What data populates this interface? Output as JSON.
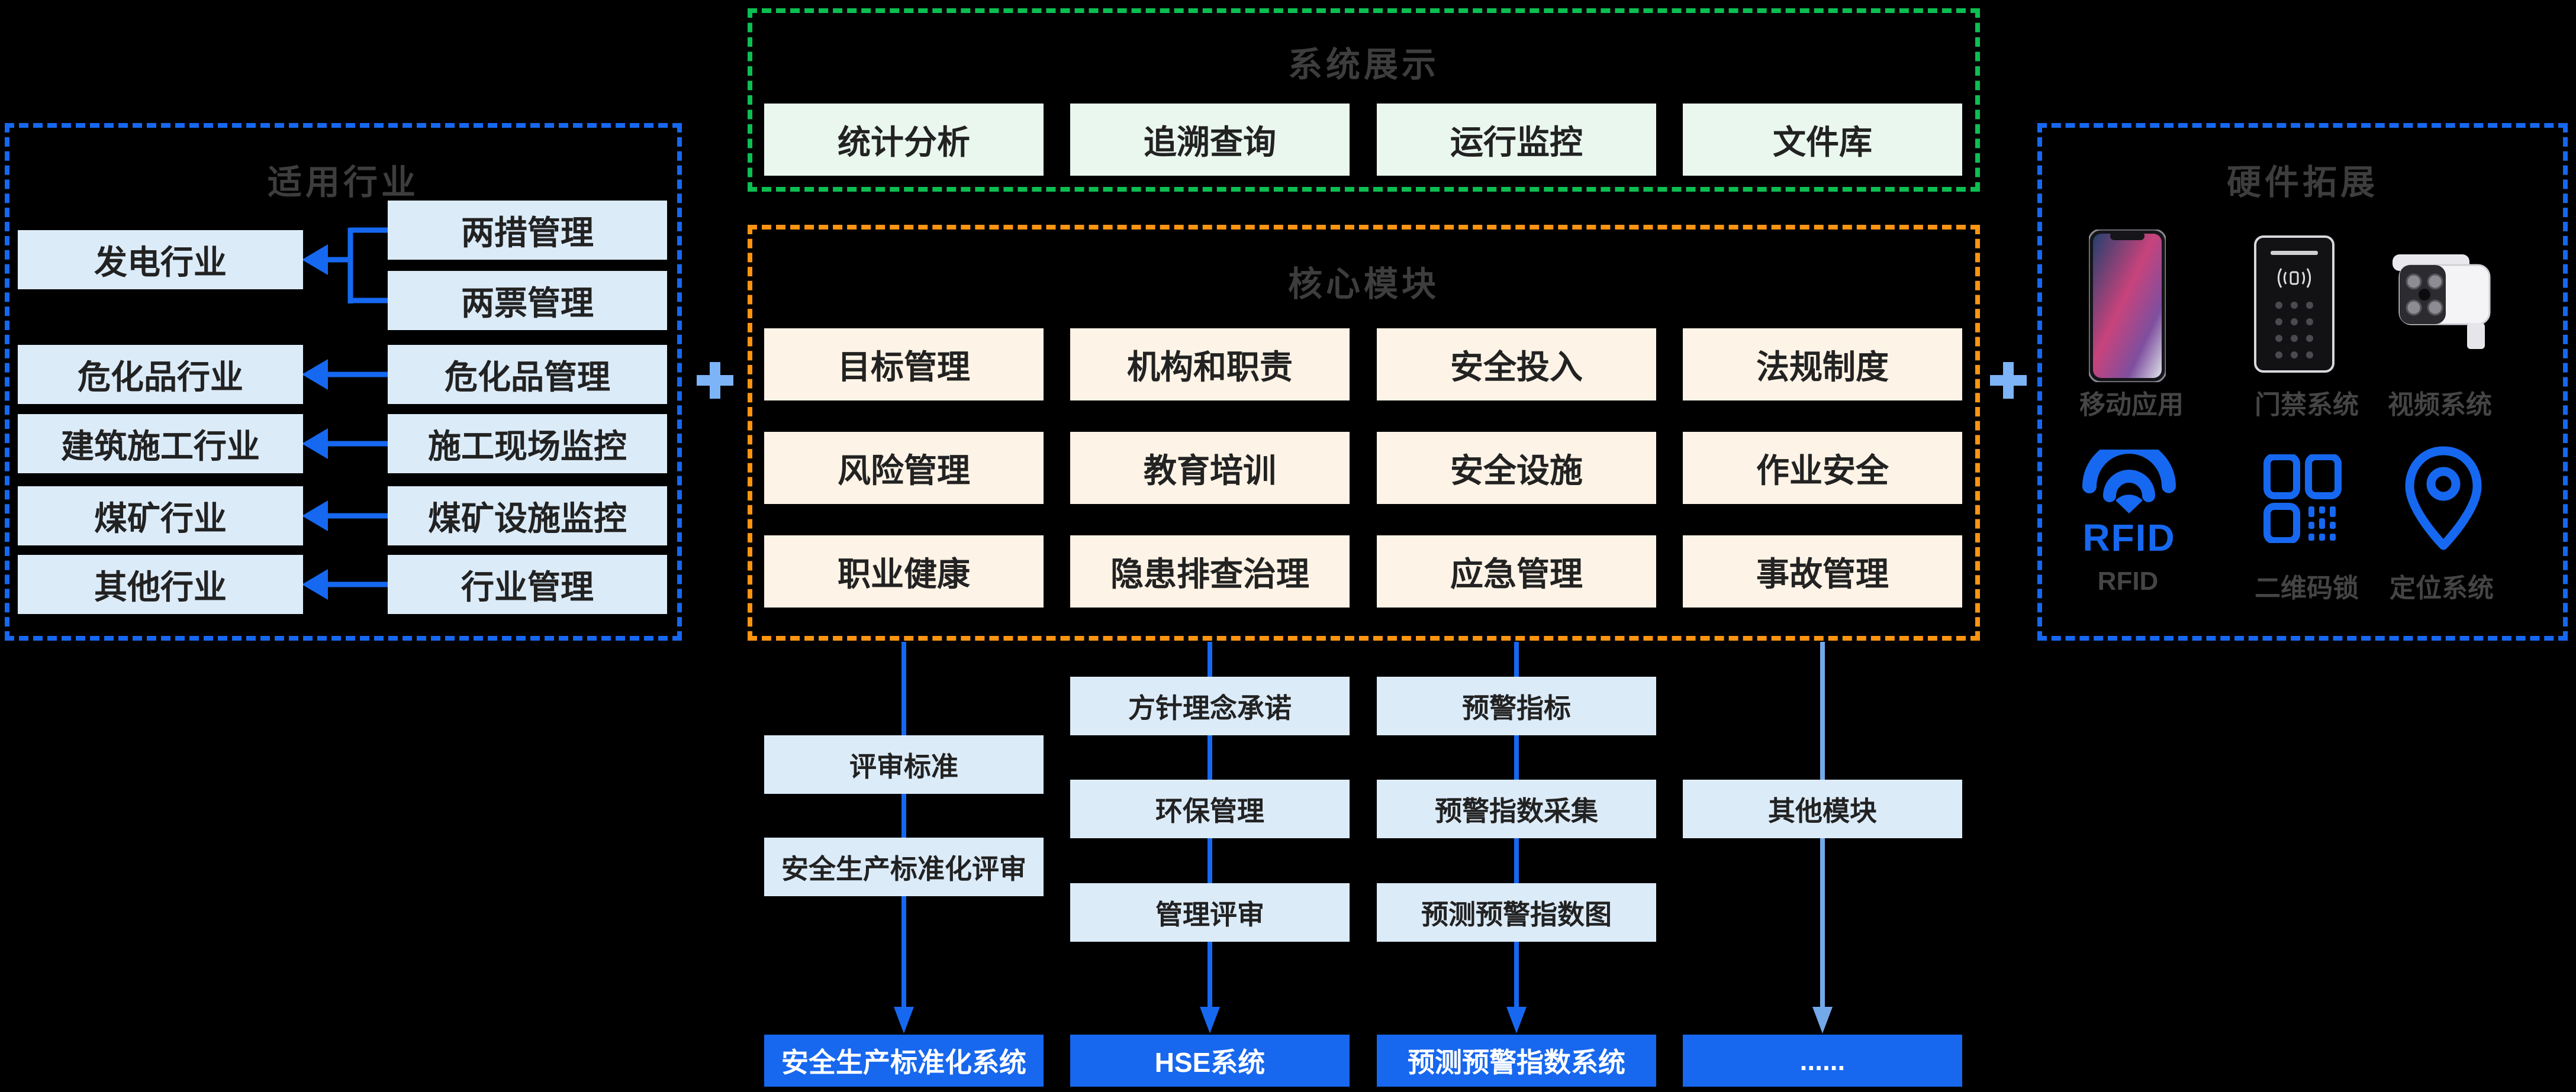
{
  "colors": {
    "background": "#000000",
    "accent_blue": "#1668f0",
    "light_blue_fill": "#dcebf8",
    "green_border": "#0cbf52",
    "green_fill": "#e9f7ef",
    "orange_border": "#ff9412",
    "cream_fill": "#fdf3e6",
    "title_gray": "#3d3d3d",
    "plus_blue": "#7db3f7",
    "light_line_blue": "#74a9e9",
    "system_button_blue": "#1767ef",
    "dark_text": "#222222"
  },
  "top_box": {
    "title": "系统展示",
    "buttons": [
      "统计分析",
      "追溯查询",
      "运行监控",
      "文件库"
    ]
  },
  "core_box": {
    "title": "核心模块",
    "rows": [
      [
        "目标管理",
        "机构和职责",
        "安全投入",
        "法规制度"
      ],
      [
        "风险管理",
        "教育培训",
        "安全设施",
        "作业安全"
      ],
      [
        "职业健康",
        "隐患排查治理",
        "应急管理",
        "事故管理"
      ]
    ]
  },
  "industry_box": {
    "title": "适用行业",
    "industries": [
      "发电行业",
      "危化品行业",
      "建筑施工行业",
      "煤矿行业",
      "其他行业"
    ],
    "modules": [
      "两措管理",
      "两票管理",
      "危化品管理",
      "施工现场监控",
      "煤矿设施监控",
      "行业管理"
    ]
  },
  "hardware_box": {
    "title": "硬件拓展",
    "row1": [
      {
        "label": "移动应用",
        "icon": "smartphone-icon"
      },
      {
        "label": "门禁系统",
        "icon": "access-control-keypad-icon"
      },
      {
        "label": "视频系统",
        "icon": "cctv-camera-icon"
      }
    ],
    "row2": [
      {
        "label": "RFID",
        "icon": "rfid-signal-icon",
        "icon_text": "RFID"
      },
      {
        "label": "二维码锁",
        "icon": "qr-code-icon"
      },
      {
        "label": "定位系统",
        "icon": "location-pin-icon"
      }
    ]
  },
  "plus": "+",
  "bottom": {
    "col1_boxes": [
      "评审标准",
      "安全生产标准化评审"
    ],
    "col2_boxes": [
      "方针理念承诺",
      "环保管理",
      "管理评审"
    ],
    "col3_boxes": [
      "预警指标",
      "预警指数采集",
      "预测预警指数图"
    ],
    "col4_boxes": [
      "其他模块"
    ],
    "systems": [
      "安全生产标准化系统",
      "HSE系统",
      "预测预警指数系统",
      "......"
    ]
  }
}
